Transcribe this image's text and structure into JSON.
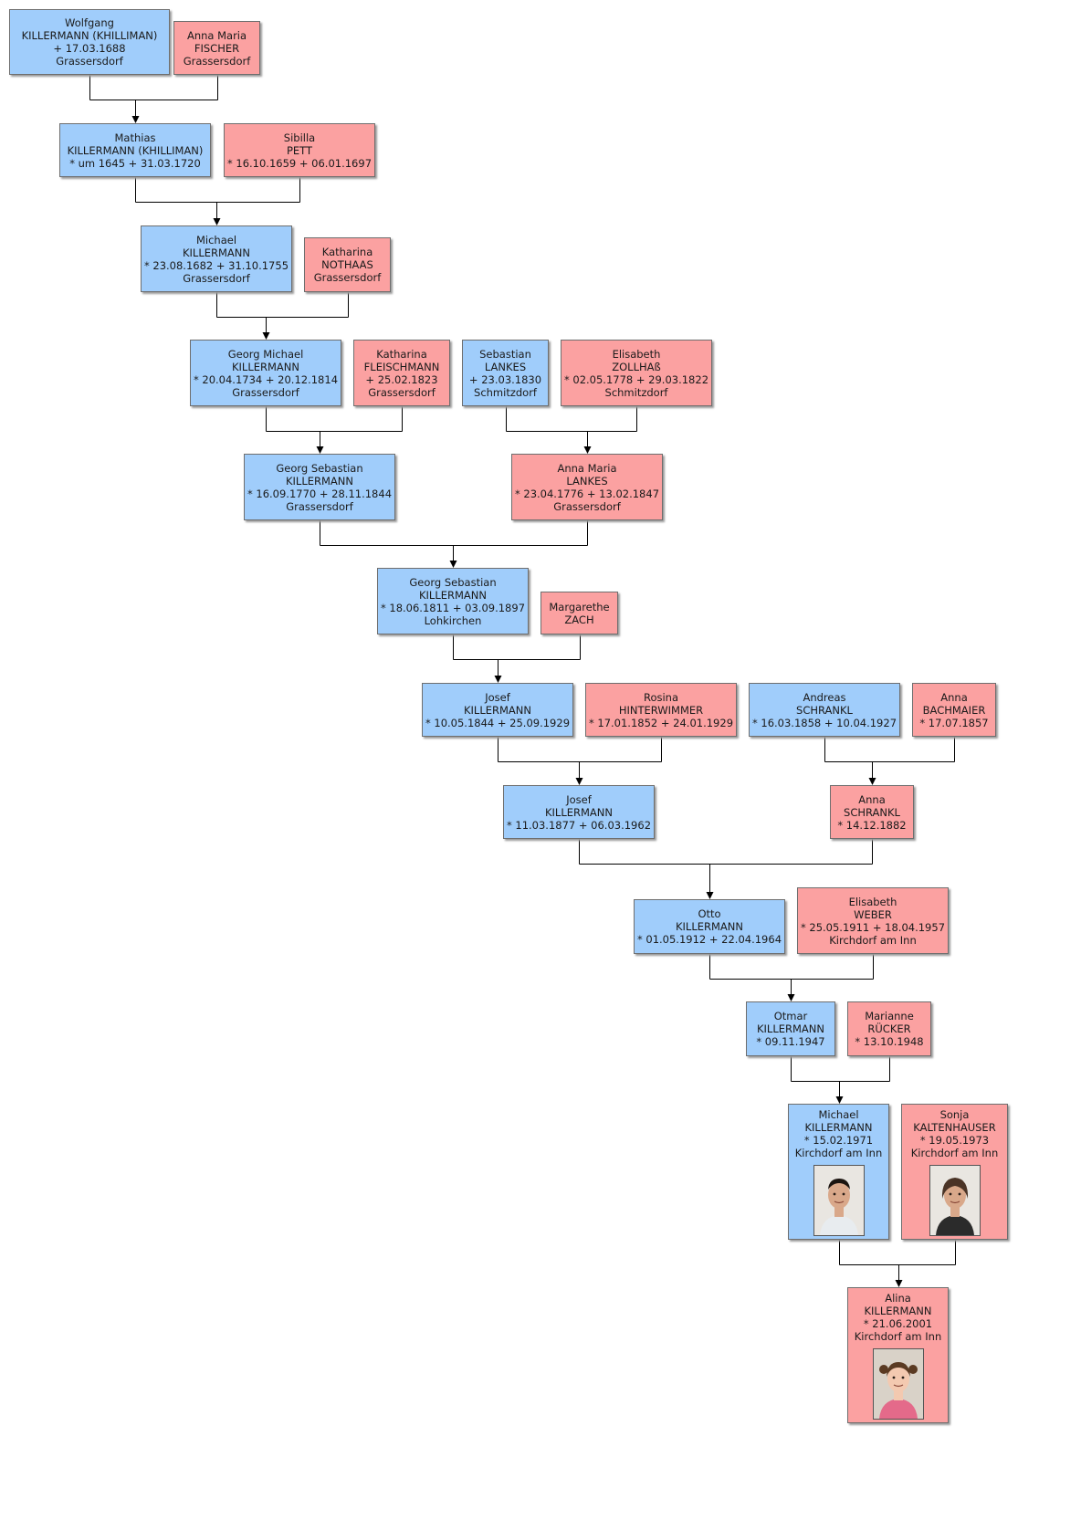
{
  "colors": {
    "male": "#a0cdfb",
    "female": "#fba1a1",
    "border": "#6e6e6e",
    "line": "#000000"
  },
  "persons": [
    {
      "id": "p1",
      "sex": "m",
      "lines": [
        "Wolfgang",
        "KILLERMANN (KHILLIMAN)",
        "+ 17.03.1688",
        "Grassersdorf"
      ]
    },
    {
      "id": "p2",
      "sex": "f",
      "lines": [
        "Anna Maria",
        "FISCHER",
        "Grassersdorf"
      ]
    },
    {
      "id": "p3",
      "sex": "m",
      "lines": [
        "Mathias",
        "KILLERMANN (KHILLIMAN)",
        "* um 1645  + 31.03.1720"
      ]
    },
    {
      "id": "p4",
      "sex": "f",
      "lines": [
        "Sibilla",
        "PETT",
        "* 16.10.1659  + 06.01.1697"
      ]
    },
    {
      "id": "p5",
      "sex": "m",
      "lines": [
        "Michael",
        "KILLERMANN",
        "* 23.08.1682  + 31.10.1755",
        "Grassersdorf"
      ]
    },
    {
      "id": "p6",
      "sex": "f",
      "lines": [
        "Katharina",
        "NOTHAAS",
        "Grassersdorf"
      ]
    },
    {
      "id": "p7",
      "sex": "m",
      "lines": [
        "Georg Michael",
        "KILLERMANN",
        "* 20.04.1734  + 20.12.1814",
        "Grassersdorf"
      ]
    },
    {
      "id": "p8",
      "sex": "f",
      "lines": [
        "Katharina",
        "FLEISCHMANN",
        "+ 25.02.1823",
        "Grassersdorf"
      ]
    },
    {
      "id": "p9",
      "sex": "m",
      "lines": [
        "Sebastian",
        "LANKES",
        "+ 23.03.1830",
        "Schmitzdorf"
      ]
    },
    {
      "id": "p10",
      "sex": "f",
      "lines": [
        "Elisabeth",
        "ZOLLHAß",
        "* 02.05.1778  + 29.03.1822",
        "Schmitzdorf"
      ]
    },
    {
      "id": "p11",
      "sex": "m",
      "lines": [
        "Georg Sebastian",
        "KILLERMANN",
        "* 16.09.1770  + 28.11.1844",
        "Grassersdorf"
      ]
    },
    {
      "id": "p12",
      "sex": "f",
      "lines": [
        "Anna Maria",
        "LANKES",
        "* 23.04.1776  + 13.02.1847",
        "Grassersdorf"
      ]
    },
    {
      "id": "p13",
      "sex": "m",
      "lines": [
        "Georg Sebastian",
        "KILLERMANN",
        "* 18.06.1811  + 03.09.1897",
        "Lohkirchen"
      ]
    },
    {
      "id": "p14",
      "sex": "f",
      "lines": [
        "Margarethe",
        "ZACH"
      ]
    },
    {
      "id": "p15",
      "sex": "m",
      "lines": [
        "Josef",
        "KILLERMANN",
        "* 10.05.1844  + 25.09.1929"
      ]
    },
    {
      "id": "p16",
      "sex": "f",
      "lines": [
        "Rosina",
        "HINTERWIMMER",
        "* 17.01.1852  + 24.01.1929"
      ]
    },
    {
      "id": "p17",
      "sex": "m",
      "lines": [
        "Andreas",
        "SCHRANKL",
        "* 16.03.1858  + 10.04.1927"
      ]
    },
    {
      "id": "p18",
      "sex": "f",
      "lines": [
        "Anna",
        "BACHMAIER",
        "* 17.07.1857"
      ]
    },
    {
      "id": "p19",
      "sex": "m",
      "lines": [
        "Josef",
        "KILLERMANN",
        "* 11.03.1877  + 06.03.1962"
      ]
    },
    {
      "id": "p20",
      "sex": "f",
      "lines": [
        "Anna",
        "SCHRANKL",
        "* 14.12.1882"
      ]
    },
    {
      "id": "p21",
      "sex": "m",
      "lines": [
        "Otto",
        "KILLERMANN",
        "* 01.05.1912  + 22.04.1964"
      ]
    },
    {
      "id": "p22",
      "sex": "f",
      "lines": [
        "Elisabeth",
        "WEBER",
        "* 25.05.1911  + 18.04.1957",
        "Kirchdorf am Inn"
      ]
    },
    {
      "id": "p23",
      "sex": "m",
      "lines": [
        "Otmar",
        "KILLERMANN",
        "* 09.11.1947"
      ]
    },
    {
      "id": "p24",
      "sex": "f",
      "lines": [
        "Marianne",
        "RÜCKER",
        "* 13.10.1948"
      ]
    },
    {
      "id": "p25",
      "sex": "m",
      "lines": [
        "Michael",
        "KILLERMANN",
        "* 15.02.1971",
        "Kirchdorf am Inn"
      ],
      "photo": "man-portrait"
    },
    {
      "id": "p26",
      "sex": "f",
      "lines": [
        "Sonja",
        "KALTENHAUSER",
        "* 19.05.1973",
        "Kirchdorf am Inn"
      ],
      "photo": "woman-portrait"
    },
    {
      "id": "p27",
      "sex": "f",
      "lines": [
        "Alina",
        "KILLERMANN",
        "* 21.06.2001",
        "Kirchdorf am Inn"
      ],
      "photo": "child-portrait"
    }
  ],
  "families": [
    {
      "parents": [
        "p1",
        "p2"
      ],
      "child": "p3"
    },
    {
      "parents": [
        "p3",
        "p4"
      ],
      "child": "p5"
    },
    {
      "parents": [
        "p5",
        "p6"
      ],
      "child": "p7"
    },
    {
      "parents": [
        "p7",
        "p8"
      ],
      "child": "p11"
    },
    {
      "parents": [
        "p9",
        "p10"
      ],
      "child": "p12"
    },
    {
      "parents": [
        "p11",
        "p12"
      ],
      "child": "p13"
    },
    {
      "parents": [
        "p13",
        "p14"
      ],
      "child": "p15"
    },
    {
      "parents": [
        "p15",
        "p16"
      ],
      "child": "p19"
    },
    {
      "parents": [
        "p17",
        "p18"
      ],
      "child": "p20"
    },
    {
      "parents": [
        "p19",
        "p20"
      ],
      "child": "p21"
    },
    {
      "parents": [
        "p21",
        "p22"
      ],
      "child": "p23"
    },
    {
      "parents": [
        "p23",
        "p24"
      ],
      "child": "p25"
    },
    {
      "parents": [
        "p25",
        "p26"
      ],
      "child": "p27"
    }
  ]
}
